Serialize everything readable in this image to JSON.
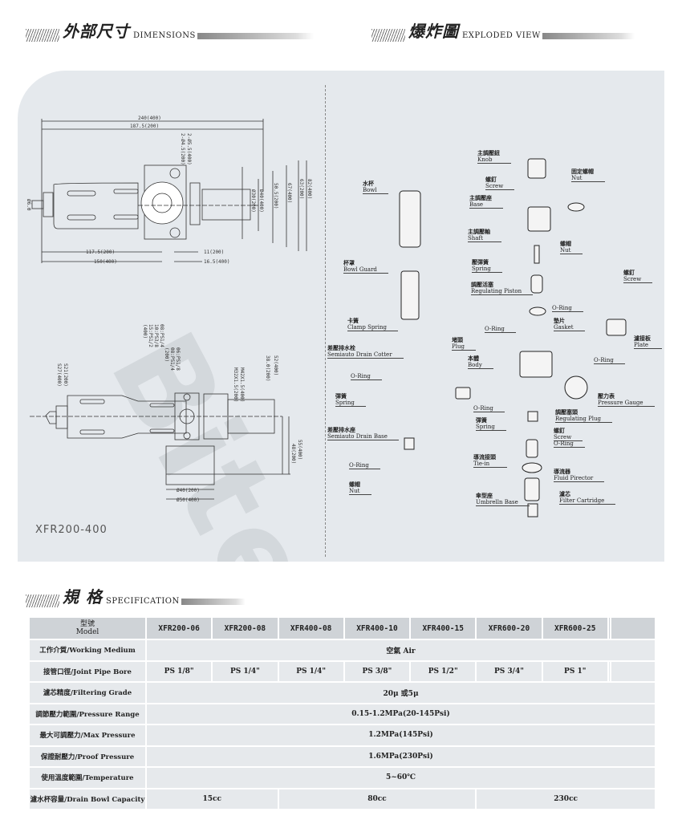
{
  "headers": {
    "dimensions": {
      "zh": "外部尺寸",
      "en": "DIMENSIONS"
    },
    "exploded": {
      "zh": "爆炸圖",
      "en": "EXPLODED VIEW"
    },
    "spec": {
      "zh": "規 格",
      "en": "SPECIFICATION"
    }
  },
  "watermark": "Bitebi",
  "dimensions": {
    "model": "XFR200-400",
    "top": [
      "240(400)",
      "187.5(200)",
      "2-Ø5.5(400)",
      "2-Ø4.5(200)",
      "82(400)",
      "63(200)",
      "67(400)",
      "50.5(200)",
      "Ø40(400)",
      "Ø30(200)",
      "Ø6.0",
      "117.5(200)",
      "11(200)",
      "150(400)",
      "16.5(400)"
    ],
    "side": [
      "08:PS1/4",
      "10:PS3/8",
      "15:PS1/2",
      "(400)",
      "06:PS1/8",
      "08:PS1/4",
      "(200)",
      "M42X1.5(400)",
      "M32X1.5(200)",
      "52(400)",
      "38.0(200)",
      "S21(200)",
      "S27(400)",
      "55(400)",
      "48(200)",
      "Ø40(200)",
      "Ø50(400)"
    ]
  },
  "parts": [
    {
      "zh": "主調壓鈕",
      "en": "Knob"
    },
    {
      "zh": "螺釘",
      "en": "Screw"
    },
    {
      "zh": "主調壓座",
      "en": "Base"
    },
    {
      "zh": "固定螺帽",
      "en": "Nut"
    },
    {
      "zh": "主調壓軸",
      "en": "Shaft"
    },
    {
      "zh": "螺帽",
      "en": "Nut"
    },
    {
      "zh": "壓彈簧",
      "en": "Spring"
    },
    {
      "zh": "調壓活塞",
      "en": "Regulating Piston"
    },
    {
      "zh": "",
      "en": "O-Ring"
    },
    {
      "zh": "螺釘",
      "en": "Screw"
    },
    {
      "zh": "墊片",
      "en": "Gasket"
    },
    {
      "zh": "",
      "en": "O-Ring"
    },
    {
      "zh": "堵頭",
      "en": "Plug"
    },
    {
      "zh": "濾接板",
      "en": "Plate"
    },
    {
      "zh": "本體",
      "en": "Body"
    },
    {
      "zh": "",
      "en": "O-Ring"
    },
    {
      "zh": "壓力表",
      "en": "Pressure Gauge"
    },
    {
      "zh": "",
      "en": "O-Ring"
    },
    {
      "zh": "調壓塞頭",
      "en": "Regulating Plug"
    },
    {
      "zh": "彈簧",
      "en": "Spring"
    },
    {
      "zh": "螺釘",
      "en": "Screw"
    },
    {
      "zh": "",
      "en": "O-Ring"
    },
    {
      "zh": "導流接頭",
      "en": "Tie-in"
    },
    {
      "zh": "導流器",
      "en": "Fluid Pirector"
    },
    {
      "zh": "濾芯",
      "en": "Filter Cartridge"
    },
    {
      "zh": "傘型座",
      "en": "Umbrelln Base"
    },
    {
      "zh": "水杯",
      "en": "Bowl"
    },
    {
      "zh": "杯罩",
      "en": "Bowl Guard"
    },
    {
      "zh": "卡簧",
      "en": "Clamp Spring"
    },
    {
      "zh": "差壓排水栓",
      "en": "Semiauto Drain Cotter"
    },
    {
      "zh": "",
      "en": "O-Ring"
    },
    {
      "zh": "彈簧",
      "en": "Spring"
    },
    {
      "zh": "差壓排水座",
      "en": "Semiauto Drain Base"
    },
    {
      "zh": "",
      "en": "O-Ring"
    },
    {
      "zh": "螺帽",
      "en": "Nut"
    }
  ],
  "spec": {
    "model_zh": "型號",
    "model_en": "Model",
    "models": [
      "XFR200-06",
      "XFR200-08",
      "XFR400-08",
      "XFR400-10",
      "XFR400-15",
      "XFR600-20",
      "XFR600-25"
    ],
    "rows": [
      {
        "label": "工作介質/Working Medium",
        "value": "空氣 Air"
      },
      {
        "label": "接管口徑/Joint Pipe Bore",
        "values": [
          "PS 1/8\"",
          "PS 1/4\"",
          "PS 1/4\"",
          "PS 3/8\"",
          "PS 1/2\"",
          "PS 3/4\"",
          "PS 1\""
        ]
      },
      {
        "label": "濾芯精度/Filtering Grade",
        "value": "20μ 或5μ"
      },
      {
        "label": "調節壓力範圍/Pressure Range",
        "value": "0.15-1.2MPa(20-145Psi)"
      },
      {
        "label": "最大可調壓力/Max Pressure",
        "value": "1.2MPa(145Psi)"
      },
      {
        "label": "保證耐壓力/Proof Pressure",
        "value": "1.6MPa(230Psi)"
      },
      {
        "label": "使用溫度範圍/Temperature",
        "value": "5~60℃"
      },
      {
        "label": "濾水杯容量/Drain Bowl Capacity",
        "values": [
          "15cc",
          "80cc",
          "230cc"
        ]
      }
    ]
  }
}
